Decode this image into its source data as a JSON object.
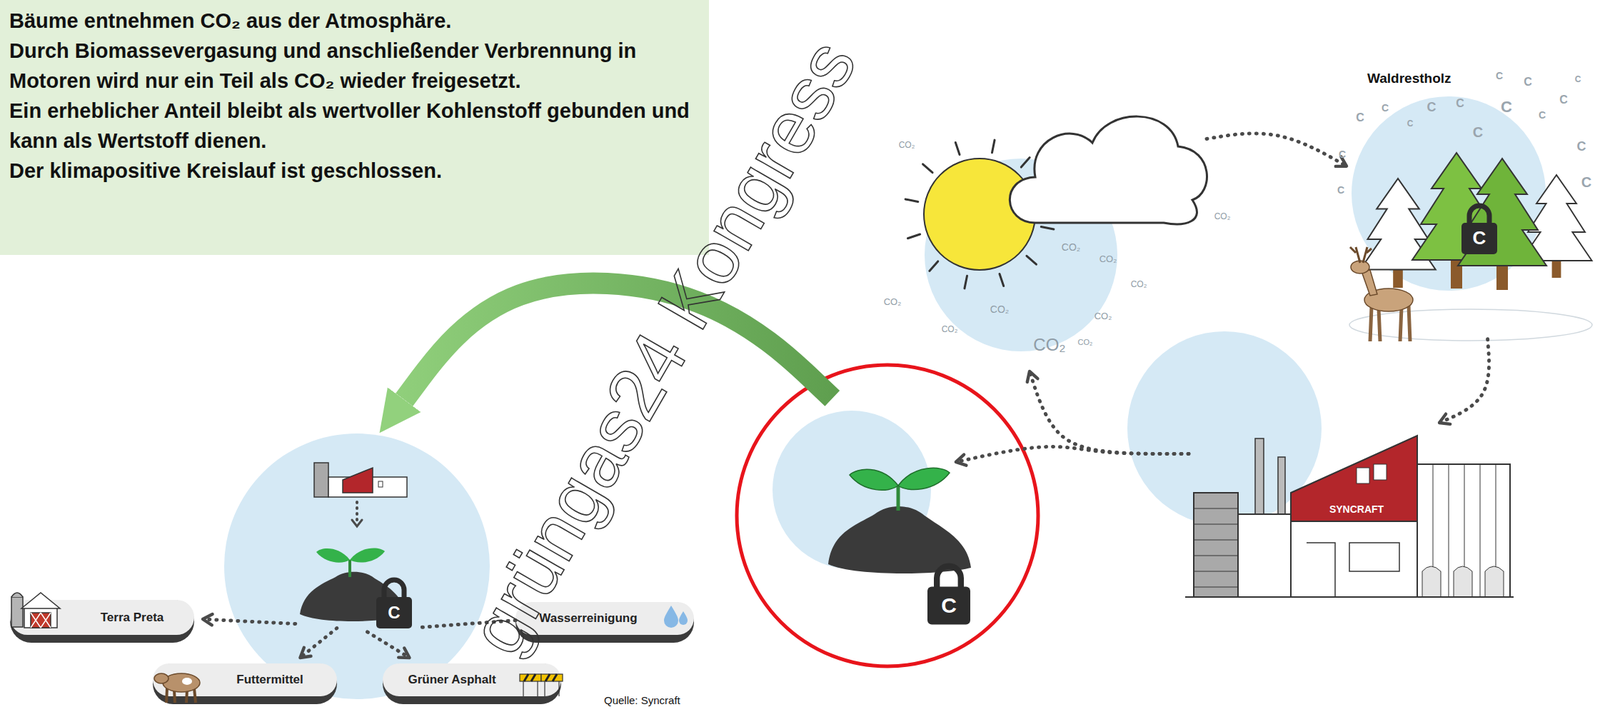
{
  "diagram": {
    "nodes": [
      {
        "text": [
          "Bäume entnehmen CO₂ aus der Atmosphäre.",
          "Durch Biomassevergasung und anschließender Verbrennung in Motoren wird nur ein Teil als CO₂ wieder freigesetzt.",
          "Ein erheblicher Anteil bleibt als wertvoller Kohlenstoff gebunden und kann als Wertstoff dienen.",
          "Der klimapositive Kreislauf ist geschlossen."
        ]
      },
      {
        "text": [
          "CO₂"
        ]
      },
      {
        "text": [
          "Waldrestholz",
          "C"
        ]
      },
      {
        "text": [
          "SYNCRAFT"
        ]
      },
      {
        "text": [
          "C"
        ]
      },
      {
        "text": [
          "C"
        ]
      },
      {
        "text": [
          "Terra Preta"
        ]
      },
      {
        "text": [
          "Wasserreinigung"
        ]
      },
      {
        "text": [
          "Futtermittel"
        ]
      },
      {
        "text": [
          "Grüner Asphalt"
        ]
      }
    ],
    "edges": [
      {
        "from": 1,
        "to": 2,
        "arrow": "to"
      },
      {
        "from": 2,
        "to": 3,
        "arrow": "to"
      },
      {
        "from": 3,
        "to": 4,
        "arrow": "to"
      },
      {
        "from": 3,
        "to": 1,
        "arrow": "to"
      },
      {
        "from": 4,
        "to": 5,
        "arrow": "to"
      },
      {
        "from": 5,
        "to": 6,
        "arrow": "to"
      },
      {
        "from": 5,
        "to": 7,
        "arrow": "none"
      },
      {
        "from": 5,
        "to": 8,
        "arrow": "to"
      },
      {
        "from": 5,
        "to": 9,
        "arrow": "to"
      }
    ],
    "labels": [
      "grüngas24 Kongress",
      "Quelle: Syncraft",
      "CO₂",
      "CO₂",
      "CO₂",
      "CO₂",
      "CO₂",
      "CO₂",
      "CO₂",
      "CO₂",
      "CO₂",
      "CO₂",
      "C",
      "C",
      "C",
      "C",
      "C",
      "C",
      "C",
      "C",
      "C",
      "C",
      "C",
      "C",
      "C",
      "C",
      "C",
      "C"
    ]
  }
}
